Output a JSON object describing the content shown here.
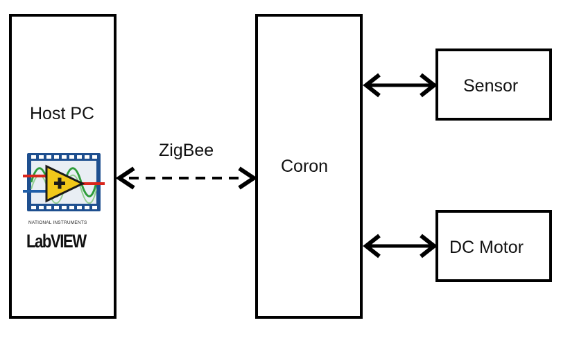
{
  "nodes": {
    "host_pc": {
      "label": "Host PC"
    },
    "coron": {
      "label": "Coron"
    },
    "sensor": {
      "label": "Sensor"
    },
    "dc_motor": {
      "label": "DC Motor"
    }
  },
  "links": {
    "zigbee": {
      "label": "ZigBee",
      "style": "dashed",
      "direction": "bidirectional",
      "from": "Host PC",
      "to": "Coron"
    },
    "coron_sensor": {
      "style": "solid",
      "direction": "bidirectional",
      "from": "Coron",
      "to": "Sensor"
    },
    "coron_motor": {
      "style": "solid",
      "direction": "bidirectional",
      "from": "Coron",
      "to": "DC Motor"
    }
  },
  "logo": {
    "name": "labview-logo",
    "maker_text": "NATIONAL INSTRUMENTS",
    "product_text": "LabVIEW",
    "colors": {
      "frame": "#1e4f8f",
      "wave": "#2e9c3a",
      "triangle": "#f2c81a",
      "red_wire": "#d9261c",
      "blue_wire": "#1f5ea8"
    }
  }
}
